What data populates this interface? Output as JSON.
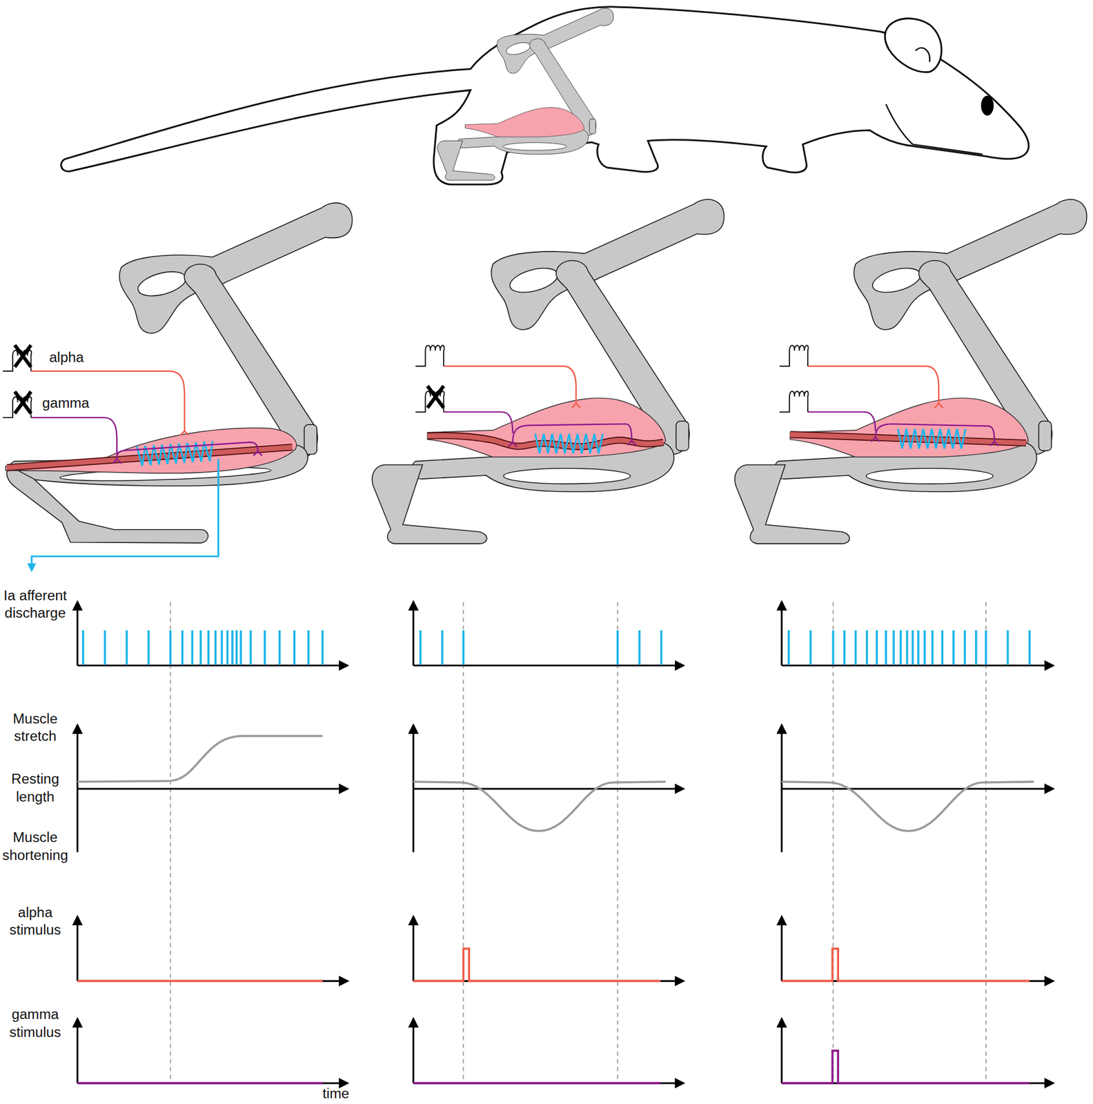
{
  "diagram": {
    "labels": [
      "alpha",
      "gamma",
      "Ia afferent discharge",
      "Muscle stretch",
      "Resting length",
      "Muscle shortening",
      "alpha stimulus",
      "gamma stimulus",
      "time"
    ]
  }
}
